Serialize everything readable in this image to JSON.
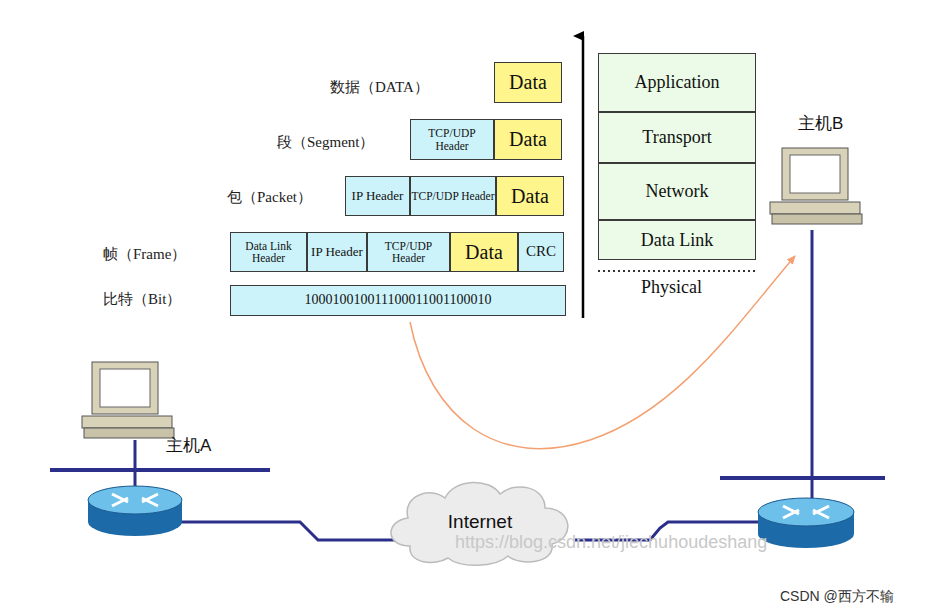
{
  "diagram": {
    "nodes": [
      {
        "text": [
          "Data"
        ]
      },
      {
        "text": [
          "TCP/UDP Header"
        ]
      },
      {
        "text": [
          "Data"
        ]
      },
      {
        "text": [
          "IP Header"
        ]
      },
      {
        "text": [
          "TCP/UDP Header"
        ]
      },
      {
        "text": [
          "Data"
        ]
      },
      {
        "text": [
          "Data Link Header"
        ]
      },
      {
        "text": [
          "IP Header"
        ]
      },
      {
        "text": [
          "TCP/UDP Header"
        ]
      },
      {
        "text": [
          "Data"
        ]
      },
      {
        "text": [
          "CRC"
        ]
      },
      {
        "text": [
          "10001001001110001100110001​0"
        ]
      },
      {
        "text": [
          "Application"
        ]
      },
      {
        "text": [
          "Transport"
        ]
      },
      {
        "text": [
          "Network"
        ]
      },
      {
        "text": [
          "Data Link"
        ]
      },
      {
        "text": [
          "Internet"
        ]
      }
    ],
    "labels": [
      "数据（DATA）",
      "段（Segment）",
      "包（Packet）",
      "帧（Frame）",
      "比特（Bit）",
      "Physical",
      "主机B",
      "主机A",
      "https://blog.csdn.net/jiechuhoudeshang",
      "CSDN @西方不输"
    ]
  }
}
